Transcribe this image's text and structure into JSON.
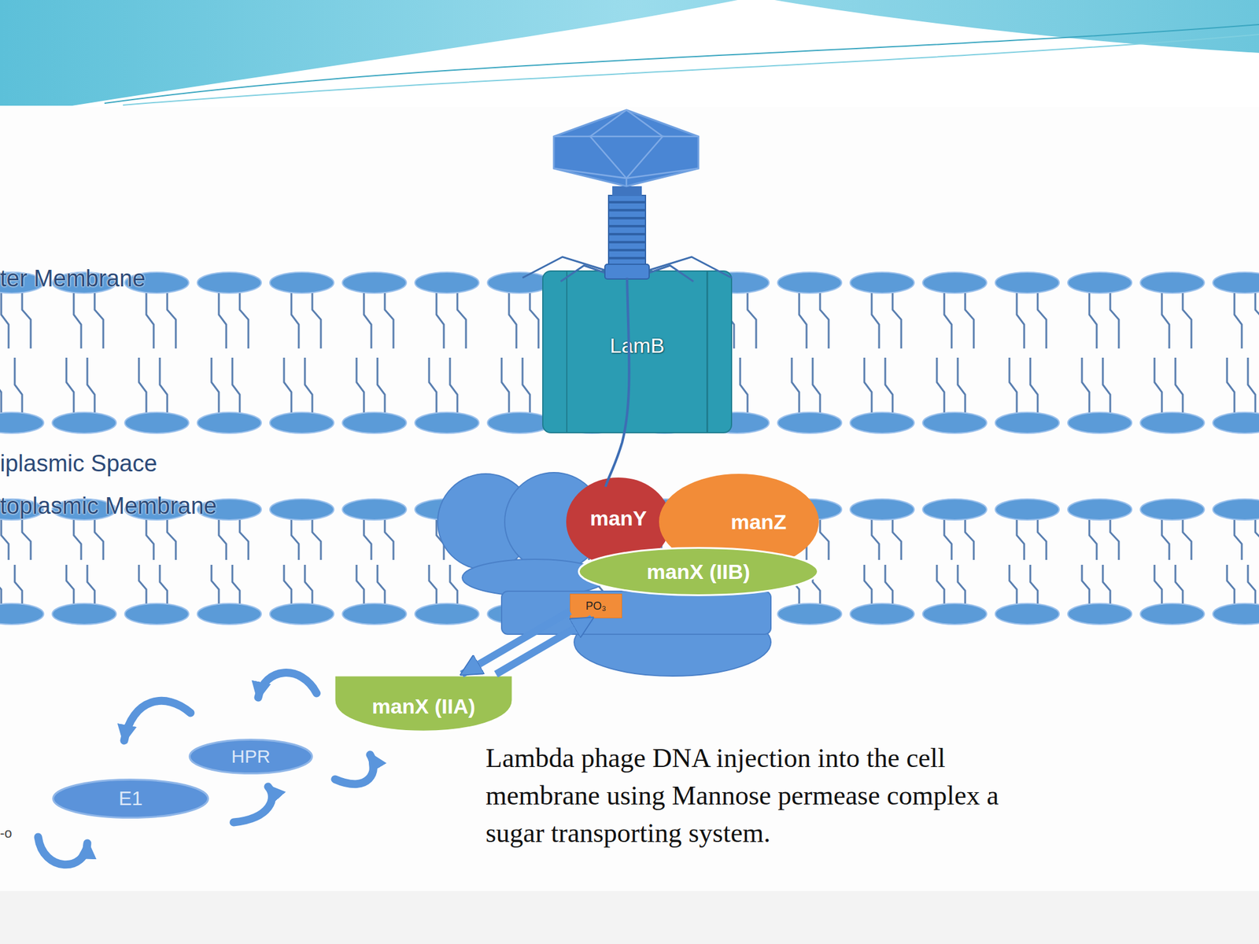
{
  "diagram": {
    "caption": "Lambda phage DNA injection into the cell membrane using Mannose permease complex a sugar transporting system.",
    "nodes": [
      {
        "text": [
          "LamB"
        ]
      },
      {
        "text": [
          "manY"
        ]
      },
      {
        "text": [
          "manZ"
        ]
      },
      {
        "text": [
          "manX (IIB)"
        ]
      },
      {
        "text": [
          "PO₃"
        ]
      },
      {
        "text": [
          "manX (IIA)"
        ]
      },
      {
        "text": [
          "HPR"
        ]
      },
      {
        "text": [
          "E1"
        ]
      }
    ],
    "edges": [
      {
        "from": 4,
        "to": 5,
        "arrow": "to"
      },
      {
        "from": 5,
        "to": 4,
        "arrow": "to"
      }
    ],
    "labels": [
      "ter Membrane",
      "iplasmic Space",
      "toplasmic Membrane",
      "-o"
    ]
  }
}
